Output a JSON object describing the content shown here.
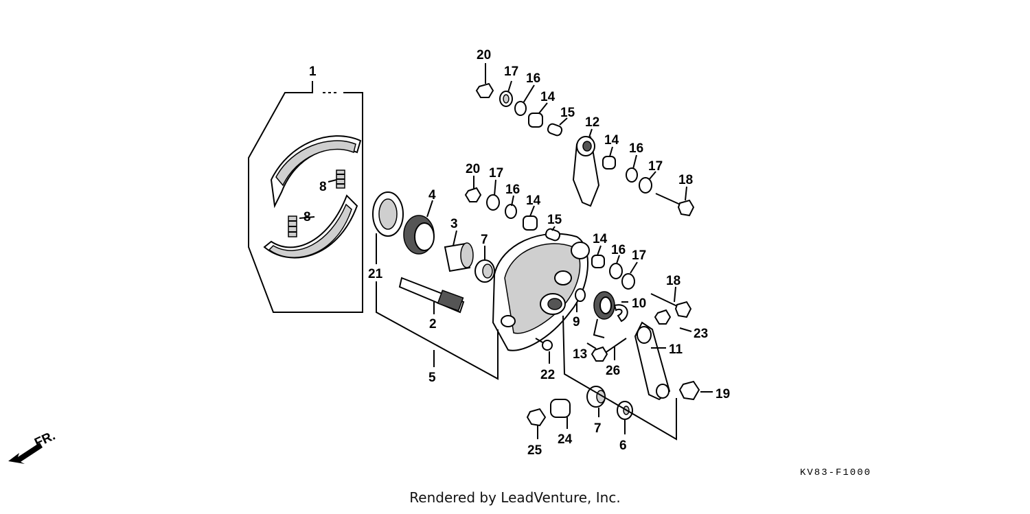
{
  "diagram": {
    "drawing_code": "KV83-F1000",
    "footer": "Rendered by LeadVenture, Inc.",
    "direction_label": "FR.",
    "callouts": [
      {
        "id": "c1",
        "label": "1"
      },
      {
        "id": "c2",
        "label": "2"
      },
      {
        "id": "c3",
        "label": "3"
      },
      {
        "id": "c4",
        "label": "4"
      },
      {
        "id": "c5",
        "label": "5"
      },
      {
        "id": "c6",
        "label": "6"
      },
      {
        "id": "c7a",
        "label": "7"
      },
      {
        "id": "c7b",
        "label": "7"
      },
      {
        "id": "c8a",
        "label": "8"
      },
      {
        "id": "c8b",
        "label": "8"
      },
      {
        "id": "c9",
        "label": "9"
      },
      {
        "id": "c10",
        "label": "10"
      },
      {
        "id": "c11",
        "label": "11"
      },
      {
        "id": "c12",
        "label": "12"
      },
      {
        "id": "c13",
        "label": "13"
      },
      {
        "id": "c14a",
        "label": "14"
      },
      {
        "id": "c14b",
        "label": "14"
      },
      {
        "id": "c14c",
        "label": "14"
      },
      {
        "id": "c14d",
        "label": "14"
      },
      {
        "id": "c15a",
        "label": "15"
      },
      {
        "id": "c15b",
        "label": "15"
      },
      {
        "id": "c16a",
        "label": "16"
      },
      {
        "id": "c16b",
        "label": "16"
      },
      {
        "id": "c16c",
        "label": "16"
      },
      {
        "id": "c16d",
        "label": "16"
      },
      {
        "id": "c17a",
        "label": "17"
      },
      {
        "id": "c17b",
        "label": "17"
      },
      {
        "id": "c17c",
        "label": "17"
      },
      {
        "id": "c17d",
        "label": "17"
      },
      {
        "id": "c18a",
        "label": "18"
      },
      {
        "id": "c18b",
        "label": "18"
      },
      {
        "id": "c19",
        "label": "19"
      },
      {
        "id": "c20a",
        "label": "20"
      },
      {
        "id": "c20b",
        "label": "20"
      },
      {
        "id": "c21",
        "label": "21"
      },
      {
        "id": "c22",
        "label": "22"
      },
      {
        "id": "c23",
        "label": "23"
      },
      {
        "id": "c24",
        "label": "24"
      },
      {
        "id": "c25",
        "label": "25"
      },
      {
        "id": "c26",
        "label": "26"
      }
    ]
  }
}
